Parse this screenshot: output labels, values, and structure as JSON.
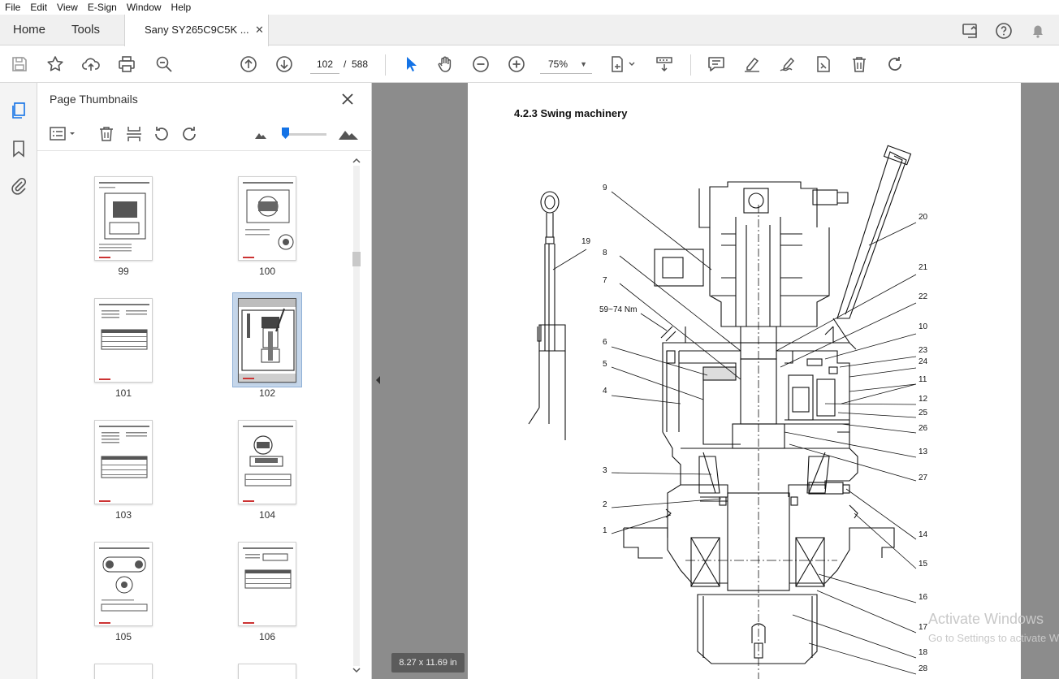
{
  "menu": [
    "File",
    "Edit",
    "View",
    "E-Sign",
    "Window",
    "Help"
  ],
  "tabs": {
    "home": "Home",
    "tools": "Tools",
    "document": "Sany SY265C9C5K ...",
    "close": "✕"
  },
  "toolbar": {
    "page_current": "102",
    "page_separator": "/",
    "page_total": "588",
    "zoom": "75%"
  },
  "thumbnails_panel": {
    "title": "Page Thumbnails",
    "pages": [
      "99",
      "100",
      "101",
      "102",
      "103",
      "104",
      "105",
      "106"
    ],
    "selected_page": "102",
    "zoom_level_fraction": 0.05
  },
  "document": {
    "heading": "4.2.3  Swing machinery",
    "callouts": [
      "1",
      "2",
      "3",
      "4",
      "5",
      "6",
      "7",
      "8",
      "9",
      "10",
      "11",
      "12",
      "13",
      "14",
      "15",
      "16",
      "17",
      "18",
      "19",
      "20",
      "21",
      "22",
      "23",
      "24",
      "25",
      "26",
      "27",
      "28"
    ],
    "torque_note": "59~74 Nm",
    "page_size": "8.27 x 11.69 in"
  },
  "watermark": {
    "line1": "Activate Windows",
    "line2": "Go to Settings to activate Windows."
  },
  "colors": {
    "accent": "#1473e6",
    "tab_bg": "#f0f0f0",
    "doc_bg": "#8c8c8c"
  },
  "icons": [
    "save-icon",
    "star-icon",
    "upload-icon",
    "print-icon",
    "zoom-search-icon",
    "page-up-icon",
    "page-down-icon",
    "select-arrow-icon",
    "hand-icon",
    "zoom-out-icon",
    "zoom-in-icon",
    "fit-page-icon",
    "scroll-mode-icon",
    "comment-icon",
    "highlight-icon",
    "sign-icon",
    "export-icon",
    "delete-icon",
    "rotate-icon",
    "share-screen-icon",
    "help-icon",
    "bell-icon"
  ]
}
